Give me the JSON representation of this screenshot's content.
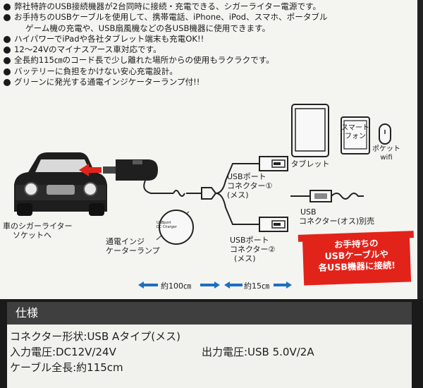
{
  "features": [
    "弊社特許のUSB接続機器が2台同時に接続・充電できる、シガーライター電源です。",
    "お手持ちのUSBケーブルを使用して、携帯電話、iPhone、iPod、スマホ、ポータブル",
    "ゲーム機の充電や、USB扇風機などの各USB機器に使用できます。",
    "ハイパワーでiPadや各社タブレット端末も充電OK!!",
    "12～24Vのマイナスアース車対応です。",
    "全長約115㎝のコード長で少し離れた場所からの使用もラクラクです。",
    "バッテリーに負担をかけない安心充電設計。",
    "グリーンに発光する通電インジケーターランプ付!!"
  ],
  "diagram": {
    "car_socket_label": [
      "車のシガーライター",
      "ソケットへ"
    ],
    "indicator_label": [
      "通電インジ",
      "ケーターランプ"
    ],
    "indicator_badge": [
      "USBport",
      "DC Charger"
    ],
    "tablet_label": "タブレット",
    "smartphone_label": [
      "スマート",
      "フォン"
    ],
    "pocket_wifi_label": [
      "ポケット",
      "wifi"
    ],
    "port1_label": [
      "USBポート",
      "コネクター①",
      "(メス)"
    ],
    "port2_label": [
      "USBポート",
      "コネクター②",
      "(メス)"
    ],
    "usb_male_label": [
      "USB",
      "コネクター(オス)別売"
    ],
    "promo_text": [
      "お手持ちの",
      "USBケーブルや",
      "各USB機器に接続!"
    ],
    "length_main": "約100㎝",
    "length_branch": "約15㎝",
    "accent_red": "#e2231a",
    "accent_blue": "#1b6fc2"
  },
  "spec": {
    "heading": "仕様",
    "connector": "コネクター形状:USB Aタイプ(メス)",
    "input_voltage": "入力電圧:DC12V/24V",
    "output_voltage": "出力電圧:USB 5.0V/2A",
    "cable_length": "ケーブル全長:約115cm"
  }
}
